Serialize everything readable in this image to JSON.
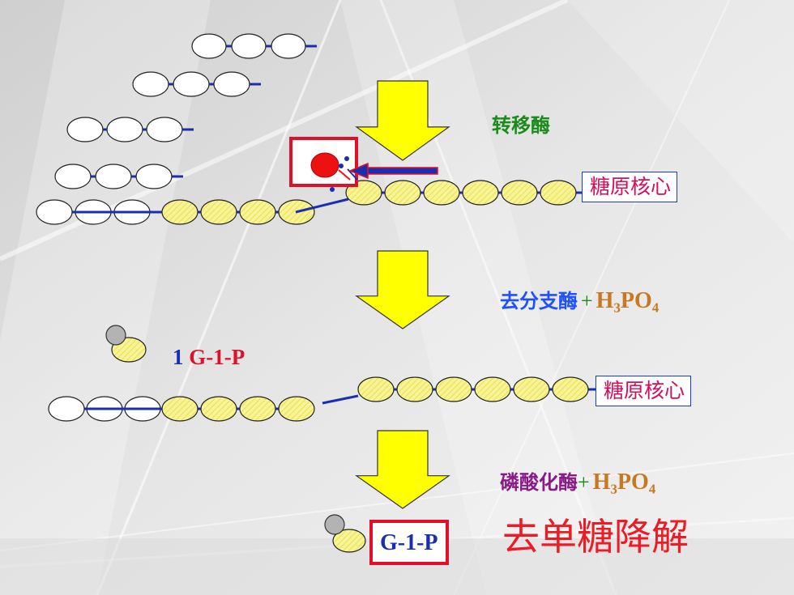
{
  "labels": {
    "transferase": "转移酶",
    "debranching": "去分支酶",
    "phosphorylase": "磷酸化酶",
    "plus1": "+",
    "plus2": "+",
    "h3po4_1": "H₃PO₄",
    "h3po4_2": "H₃PO₄",
    "core1": "糖原核心",
    "core2": "糖原核心",
    "count": "1",
    "g1p_small": "G-1-P",
    "g1p_box": "G-1-P",
    "degrade": "去单糖降解"
  },
  "colors": {
    "transferase": "#1a8a1a",
    "debranching": "#1e50ff",
    "phosphorylase": "#8a1a8a",
    "arrow_fill": "#ffff00",
    "glucose_fill": "#f4f092",
    "chain_link": "#1a2fb0",
    "highlight_red": "#e0102a"
  }
}
